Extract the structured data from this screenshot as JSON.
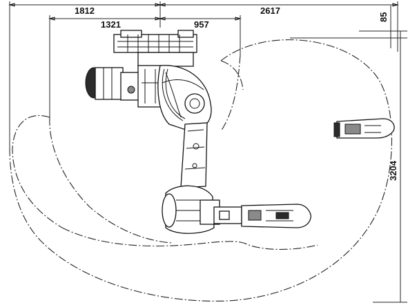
{
  "dimensions": {
    "top_left_outer": "1812",
    "top_left_inner": "1321",
    "top_right_inner": "957",
    "top_right_outer": "2617",
    "right_offset": "85",
    "right_height": "3204"
  }
}
